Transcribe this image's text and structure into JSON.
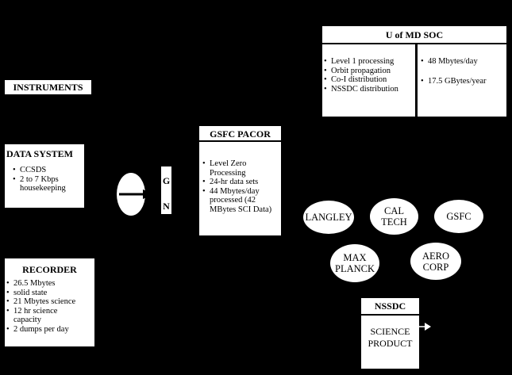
{
  "soc": {
    "title": "U of MD SOC",
    "left_items": [
      "Level 1 processing",
      "Orbit propagation",
      "Co-I distribution",
      "NSSDC distribution"
    ],
    "right_items": [
      "48 Mbytes/day",
      "17.5 GBytes/year"
    ]
  },
  "instruments": {
    "title": "INSTRUMENTS"
  },
  "data_system": {
    "title": "DATA SYSTEM",
    "items": [
      "CCSDS",
      "2 to 7 Kbps housekeeping"
    ]
  },
  "recorder": {
    "title": "RECORDER",
    "items": [
      "26.5 Mbytes",
      "solid state",
      "21 Mbytes science",
      "12 hr science capacity",
      "2 dumps per day"
    ]
  },
  "gn": {
    "top": "G",
    "bottom": "N"
  },
  "pacor": {
    "title": "GSFC PACOR",
    "items": [
      "Level Zero Processing",
      "24-hr data sets",
      "44 Mbytes/day processed (42 MBytes SCI Data)"
    ]
  },
  "sites": {
    "langley": "LANGLEY",
    "caltech": "CAL TECH",
    "gsfc": "GSFC",
    "maxplanck": "MAX PLANCK",
    "aerocorp": "AERO CORP"
  },
  "nssdc": {
    "title": "NSSDC",
    "product": "SCIENCE PRODUCT"
  }
}
